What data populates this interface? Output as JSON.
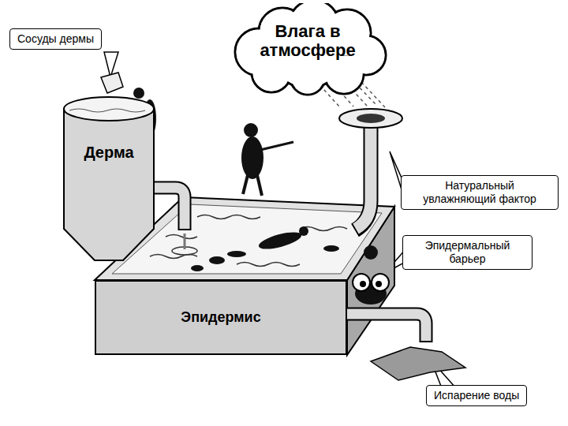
{
  "diagram": {
    "nodes": [
      {
        "text": [
          "Сосуды дермы"
        ]
      },
      {
        "text": [
          "Влага в атмосфере"
        ]
      },
      {
        "text": [
          "Дерма"
        ]
      },
      {
        "text": [
          "Натуральный увлажняющий фактор"
        ]
      },
      {
        "text": [
          "Эпидермальный барьер"
        ]
      },
      {
        "text": [
          "Эпидермис"
        ]
      },
      {
        "text": [
          "Испарение воды"
        ]
      }
    ]
  }
}
